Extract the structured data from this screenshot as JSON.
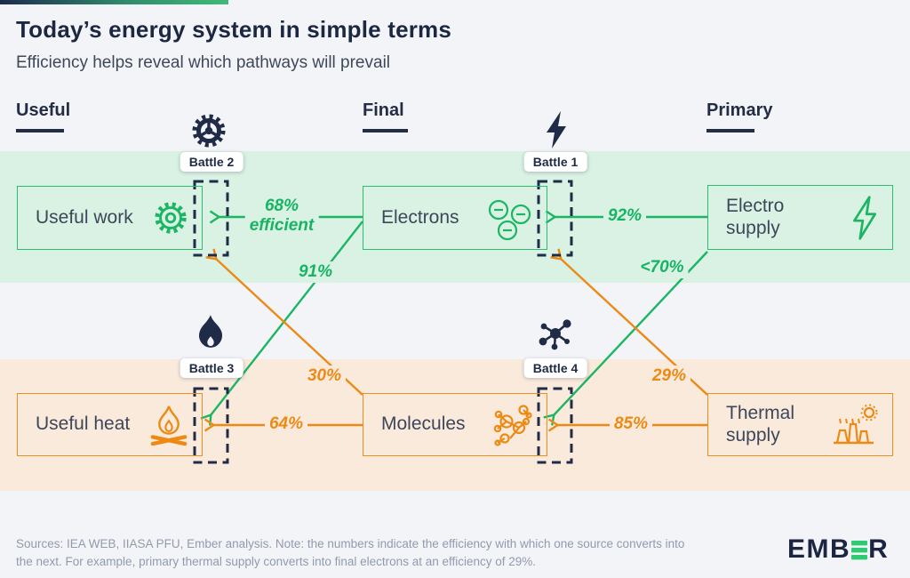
{
  "colors": {
    "green_accent": "#1cb564",
    "orange_accent": "#ec8a15",
    "navy": "#202b47",
    "band_green": "#d9f2e3",
    "band_orange": "#faeadc",
    "background": "#f2f4f8"
  },
  "header": {
    "title": "Today’s energy system in simple terms",
    "subtitle": "Efficiency helps reveal which pathways will prevail"
  },
  "columns": [
    {
      "label": "Useful"
    },
    {
      "label": "Final"
    },
    {
      "label": "Primary"
    }
  ],
  "battles": [
    {
      "label": "Battle 1"
    },
    {
      "label": "Battle 2"
    },
    {
      "label": "Battle 3"
    },
    {
      "label": "Battle 4"
    }
  ],
  "boxes": {
    "useful_work": {
      "label": "Useful work",
      "icon": "gear-outline-icon"
    },
    "electrons": {
      "label": "Electrons",
      "icon": "electrons-icon"
    },
    "electro_supply": {
      "label": "Electro supply",
      "icon": "lightning-outline-icon"
    },
    "useful_heat": {
      "label": "Useful heat",
      "icon": "campfire-icon"
    },
    "molecules": {
      "label": "Molecules",
      "icon": "molecule-outline-icon"
    },
    "thermal_supply": {
      "label": "Thermal supply",
      "icon": "power-plant-icon"
    }
  },
  "flows": {
    "electro_supply_to_electrons": {
      "label": "92%",
      "from": "Electro supply",
      "to": "Electrons"
    },
    "electrons_to_useful_work": {
      "label": "68%",
      "label2": "efficient",
      "from": "Electrons",
      "to": "Useful work"
    },
    "electrons_to_useful_heat": {
      "label": "91%",
      "from": "Electrons",
      "to": "Useful heat"
    },
    "electro_supply_to_molecules": {
      "label": "<70%",
      "from": "Electro supply",
      "to": "Molecules"
    },
    "thermal_supply_to_molecules": {
      "label": "85%",
      "from": "Thermal supply",
      "to": "Molecules"
    },
    "molecules_to_useful_heat": {
      "label": "64%",
      "from": "Molecules",
      "to": "Useful heat"
    },
    "molecules_to_useful_work": {
      "label": "30%",
      "from": "Molecules",
      "to": "Useful work"
    },
    "thermal_supply_to_electrons": {
      "label": "29%",
      "from": "Thermal supply",
      "to": "Electrons"
    }
  },
  "footer": {
    "line1": "Sources: IEA WEB, IIASA PFU, Ember analysis. Note: the numbers indicate the efficiency with which one source converts into",
    "line2": "the next. For example, primary thermal supply converts into final electrons at an efficiency of 29%."
  },
  "logo": {
    "prefix": "EMB",
    "suffix": "R",
    "name": "EMBER"
  }
}
